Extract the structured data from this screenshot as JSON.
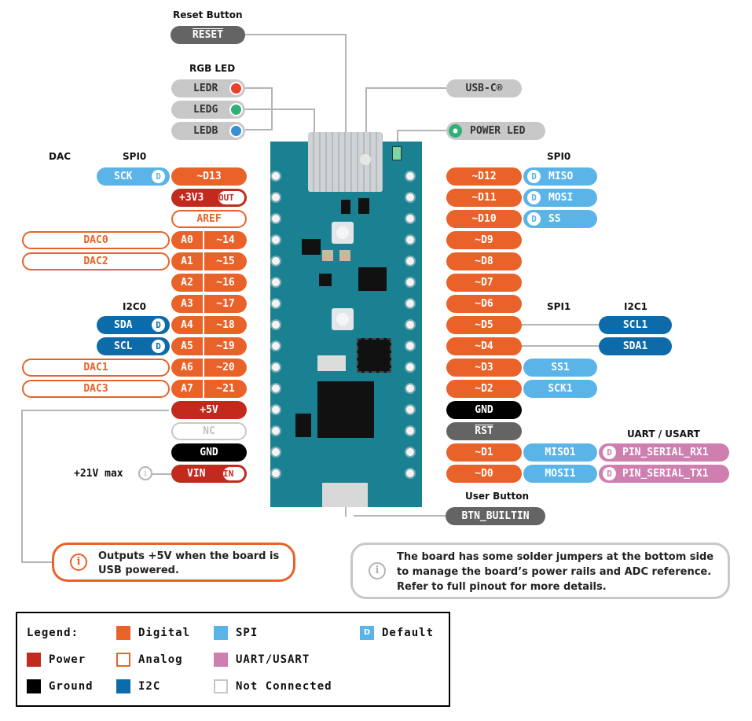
{
  "top_labels": {
    "reset_header": "Reset Button",
    "reset": "RESET",
    "rgb_header": "RGB LED",
    "ledr": "LEDR",
    "ledg": "LEDG",
    "ledb": "LEDB",
    "usbc": "USB-C®",
    "power_led": "POWER LED",
    "user_button_header": "User Button",
    "btn_builtin": "BTN_BUILTIN"
  },
  "headers": {
    "dac": "DAC",
    "spi0_left": "SPI0",
    "i2c0": "I2C0",
    "spi0_right": "SPI0",
    "spi1": "SPI1",
    "i2c1": "I2C1",
    "uart": "UART / USART"
  },
  "left_pins": {
    "d13": "~D13",
    "v33": "+3V3",
    "out": "OUT",
    "aref": "AREF",
    "a0": "A0",
    "a0d": "~14",
    "a1": "A1",
    "a1d": "~15",
    "a2": "A2",
    "a2d": "~16",
    "a3": "A3",
    "a3d": "~17",
    "a4": "A4",
    "a4d": "~18",
    "a5": "A5",
    "a5d": "~19",
    "a6": "A6",
    "a6d": "~20",
    "a7": "A7",
    "a7d": "~21",
    "v5": "+5V",
    "nc": "NC",
    "gnd": "GND",
    "vin": "VIN",
    "in": "IN",
    "vin_note": "+21V max"
  },
  "left_funcs": {
    "sck": "SCK",
    "dac0": "DAC0",
    "dac2": "DAC2",
    "sda": "SDA",
    "scl": "SCL",
    "dac1": "DAC1",
    "dac3": "DAC3"
  },
  "right_pins": {
    "d12": "~D12",
    "d11": "~D11",
    "d10": "~D10",
    "d9": "~D9",
    "d8": "~D8",
    "d7": "~D7",
    "d6": "~D6",
    "d5": "~D5",
    "d4": "~D4",
    "d3": "~D3",
    "d2": "~D2",
    "gnd": "GND",
    "rst": "RST",
    "d1": "~D1",
    "d0": "~D0"
  },
  "right_funcs": {
    "miso": "MISO",
    "mosi": "MOSI",
    "ss": "SS",
    "scl1": "SCL1",
    "sda1": "SDA1",
    "ss1": "SS1",
    "sck1": "SCK1",
    "miso1": "MISO1",
    "mosi1": "MOSI1",
    "rx1": "PIN_SERIAL_RX1",
    "tx1": "PIN_SERIAL_TX1"
  },
  "badge": "D",
  "info_glyph": "i",
  "notes": {
    "left": "Outputs +5V when the board is USB powered.",
    "right": "The board has some solder jumpers at the bottom side to manage the board’s power rails and ADC reference. Refer to full pinout for more details."
  },
  "legend": {
    "title": "Legend:",
    "digital": "Digital",
    "power": "Power",
    "ground": "Ground",
    "analog": "Analog",
    "i2c": "I2C",
    "spi": "SPI",
    "uart": "UART/USART",
    "nc": "Not Connected",
    "default": "Default",
    "default_badge": "D"
  },
  "colors": {
    "digital": "#e8622a",
    "power": "#c22a1e",
    "ground": "#000000",
    "i2c": "#0d6ba9",
    "spi": "#5ab4e8",
    "uart": "#cf7eb0",
    "not_connected": "#c8c8c8",
    "board": "#1a8193"
  }
}
